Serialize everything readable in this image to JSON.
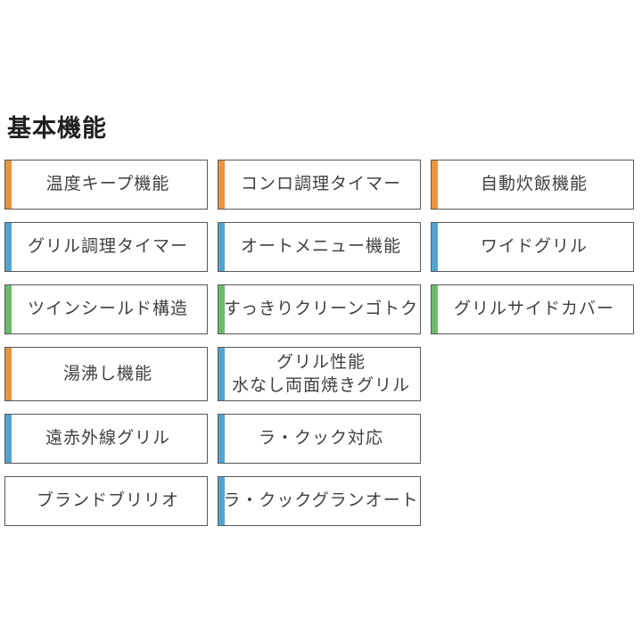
{
  "page": {
    "heading": "基本機能"
  },
  "colors": {
    "orange": "#e89440",
    "blue": "#54a3cf",
    "green": "#6cbb6d",
    "none": "transparent",
    "border": "#57595b",
    "text": "#3f3f3f",
    "heading_text": "#1f1f1f",
    "background": "#ffffff"
  },
  "features": {
    "rows": [
      {
        "cells": [
          {
            "accent": "orange",
            "lines": [
              "温度キープ機能"
            ]
          },
          {
            "accent": "orange",
            "lines": [
              "コンロ調理タイマー"
            ]
          },
          {
            "accent": "orange",
            "lines": [
              "自動炊飯機能"
            ]
          }
        ]
      },
      {
        "cells": [
          {
            "accent": "blue",
            "lines": [
              "グリル調理タイマー"
            ]
          },
          {
            "accent": "blue",
            "lines": [
              "オートメニュー機能"
            ]
          },
          {
            "accent": "blue",
            "lines": [
              "ワイドグリル"
            ]
          }
        ]
      },
      {
        "cells": [
          {
            "accent": "green",
            "lines": [
              "ツインシールド構造"
            ]
          },
          {
            "accent": "green",
            "lines": [
              "すっきりクリーンゴトク"
            ]
          },
          {
            "accent": "green",
            "lines": [
              "グリルサイドカバー"
            ]
          }
        ]
      },
      {
        "cells": [
          {
            "accent": "orange",
            "lines": [
              "湯沸し機能"
            ]
          },
          {
            "accent": "blue",
            "lines": [
              "グリル性能",
              "水なし両面焼きグリル"
            ]
          }
        ]
      },
      {
        "cells": [
          {
            "accent": "blue",
            "lines": [
              "遠赤外線グリル"
            ]
          },
          {
            "accent": "blue",
            "lines": [
              "ラ・クック対応"
            ]
          }
        ]
      },
      {
        "cells": [
          {
            "accent": "none",
            "lines": [
              "ブランドブリリオ"
            ]
          },
          {
            "accent": "blue",
            "lines": [
              "ラ・クックグランオート"
            ]
          }
        ]
      }
    ]
  }
}
